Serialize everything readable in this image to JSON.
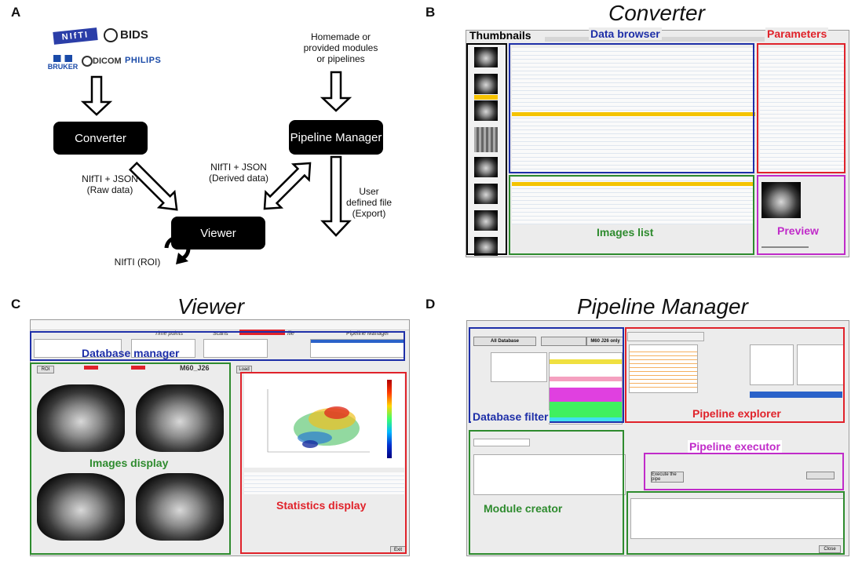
{
  "panels": {
    "A": {
      "letter": "A",
      "logos": [
        "NIfTI",
        "BIDS",
        "BRUKER",
        "DICOM",
        "PHILIPS"
      ],
      "homemade_text": "Homemade or provided modules or pipelines",
      "boxes": {
        "converter": "Converter",
        "pipeline_manager": "Pipeline Manager",
        "viewer": "Viewer"
      },
      "labels": {
        "raw": "NIfTI + JSON (Raw data)",
        "derived": "NIfTI + JSON (Derived data)",
        "user_defined": "User defined file (Export)",
        "roi": "NIfTI (ROI)"
      }
    },
    "B": {
      "letter": "B",
      "title": "Converter",
      "labels": {
        "thumbnails": "Thumbnails",
        "data_browser": "Data browser",
        "parameters": "Parameters",
        "images_list": "Images list",
        "preview": "Preview"
      }
    },
    "C": {
      "letter": "C",
      "title": "Viewer",
      "labels": {
        "database_manager": "Database  manager",
        "images_display": "Images  display",
        "statistics_display": "Statistics display"
      },
      "ui": {
        "time_points": "Time points",
        "scans": "Scans",
        "file": "file",
        "pipeline_manager": "Pipeline Manager",
        "roi": "ROI",
        "load": "Load",
        "exit": "Exit",
        "scan_name": "M60_J26"
      }
    },
    "D": {
      "letter": "D",
      "title": "Pipeline Manager",
      "labels": {
        "database_filter": "Database filter",
        "pipeline_explorer": "Pipeline explorer",
        "pipeline_executor": "Pipeline executor",
        "module_creator": "Module creator"
      },
      "ui": {
        "all_database": "All Database",
        "m60": "M60 J26 only",
        "execute": "Execute the pipe",
        "close": "Close"
      }
    }
  },
  "colors": {
    "blue": "#1e2fa8",
    "red": "#e0222a",
    "green": "#2e8b2e",
    "magenta": "#c02bc9",
    "black": "#000000"
  }
}
